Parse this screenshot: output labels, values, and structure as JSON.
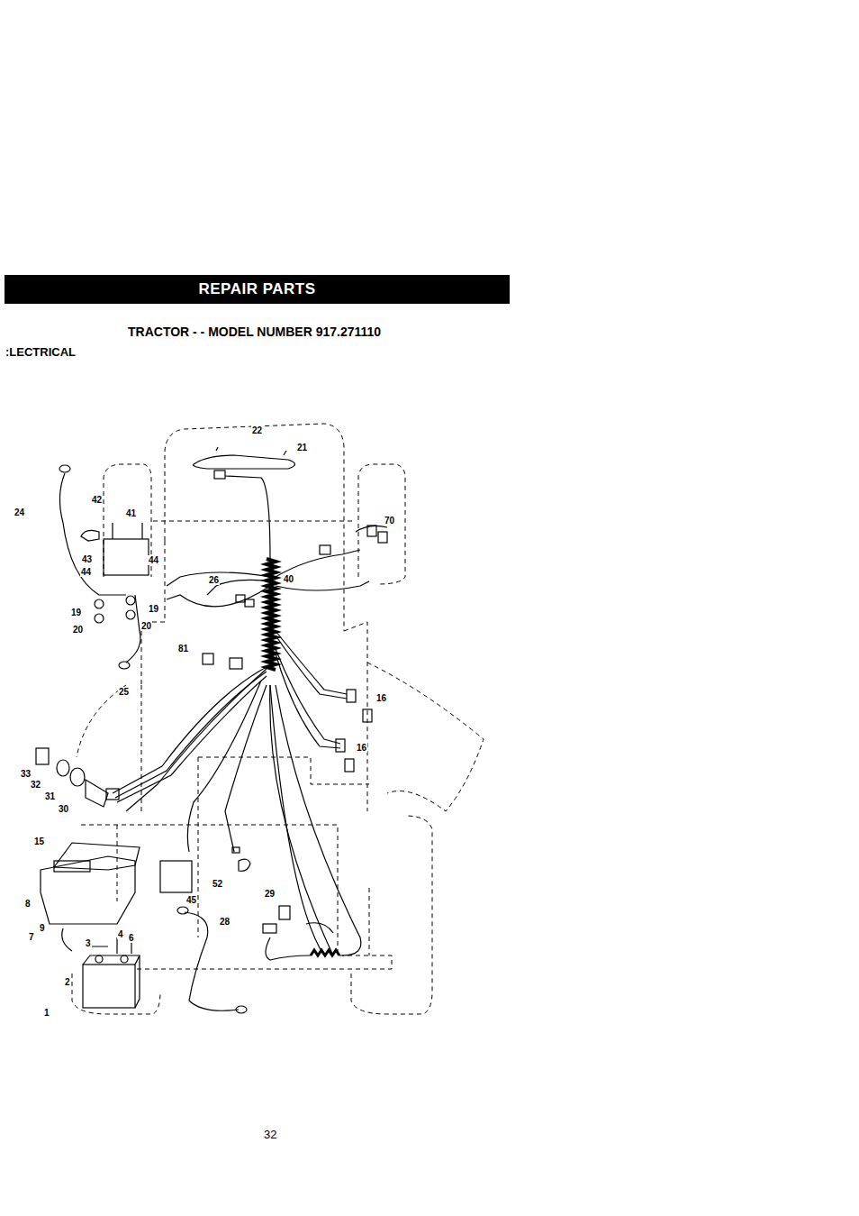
{
  "diagram": {
    "title": "TRACTOR - - MODEL NUMBER 917.271110",
    "nodes": [
      {
        "text": [
          "REPAIR PARTS"
        ]
      }
    ],
    "labels": [
      ":LECTRICAL",
      "22",
      "21",
      "24",
      "42",
      "41",
      "70",
      "43",
      "44",
      "44",
      "26",
      "40",
      "19",
      "19",
      "20",
      "20",
      "81",
      "25",
      "16",
      "16",
      "33",
      "32",
      "31",
      "30",
      "15",
      "8",
      "52",
      "45",
      "29",
      "9",
      "4",
      "6",
      "7",
      "28",
      "3",
      "2",
      "1",
      "32"
    ]
  }
}
